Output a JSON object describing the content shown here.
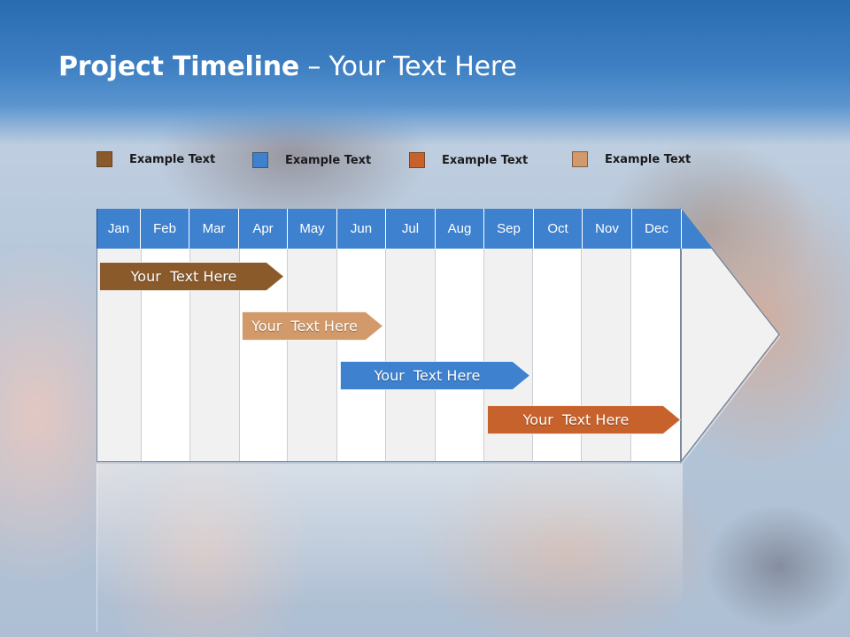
{
  "slide": {
    "title_bold": "Project Timeline",
    "title_rest": " – Your Text Here"
  },
  "legend": [
    {
      "label": "Example Text",
      "color": "#8b5a2b"
    },
    {
      "label": "Example Text",
      "color": "#3d81cf"
    },
    {
      "label": "Example Text",
      "color": "#c8622c"
    },
    {
      "label": "Example Text",
      "color": "#d29a6a"
    }
  ],
  "months": [
    "Jan",
    "Feb",
    "Mar",
    "Apr",
    "May",
    "Jun",
    "Jul",
    "Aug",
    "Sep",
    "Oct",
    "Nov",
    "Dec"
  ],
  "tasks": [
    {
      "label": "Your  Text Here",
      "color": "#8b5a2b",
      "start_month": "Jan",
      "end_month": "Apr"
    },
    {
      "label": "Your  Text Here",
      "color": "#d29a6a",
      "start_month": "Apr",
      "end_month": "Jun"
    },
    {
      "label": "Your  Text Here",
      "color": "#3d81cf",
      "start_month": "Jun",
      "end_month": "Sep"
    },
    {
      "label": "Your  Text Here",
      "color": "#c8622c",
      "start_month": "Sep",
      "end_month": "Dec"
    }
  ]
}
